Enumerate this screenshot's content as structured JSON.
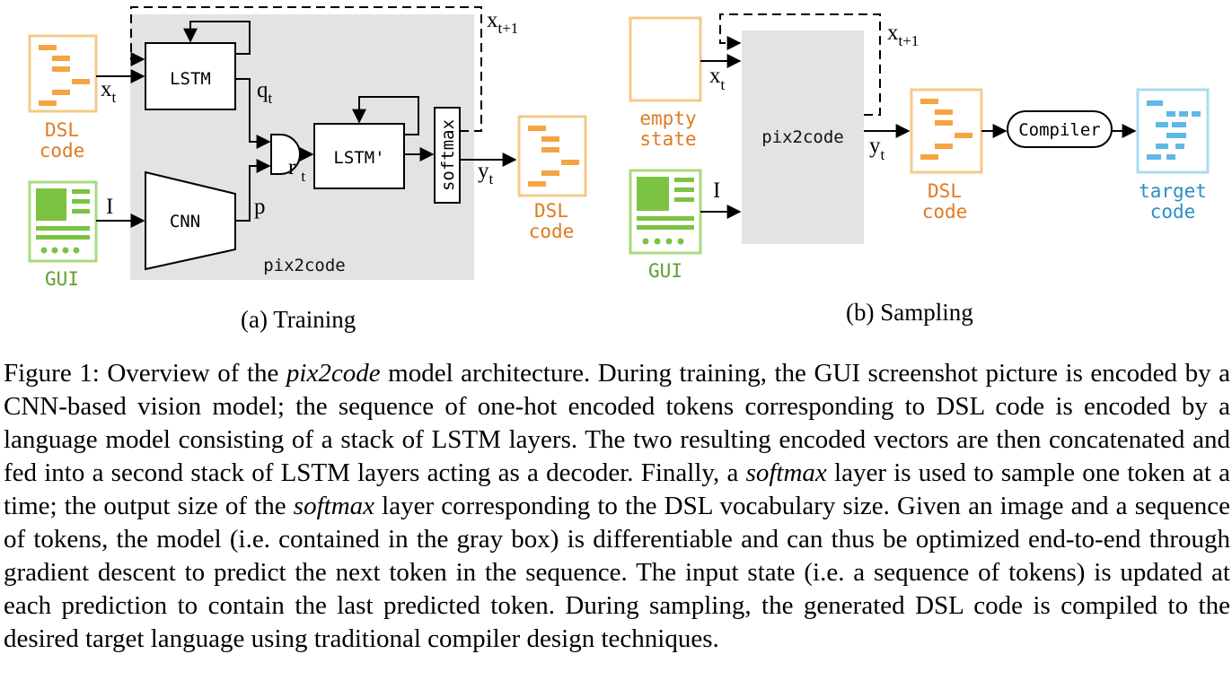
{
  "diagram": {
    "training": {
      "box_label": "pix2code",
      "lstm_label": "LSTM",
      "lstm2_label": "LSTM'",
      "cnn_label": "CNN",
      "softmax_label": "softmax",
      "dsl_input_label": [
        "DSL",
        "code"
      ],
      "gui_label": "GUI",
      "dsl_output_label": [
        "DSL",
        "code"
      ],
      "var_xt": "x",
      "var_xt_sub": "t",
      "var_xt1": "x",
      "var_xt1_sub": "t+1",
      "var_qt": "q",
      "var_qt_sub": "t",
      "var_rt": "r",
      "var_rt_sub": "t",
      "var_p": "p",
      "var_I": "I",
      "var_yt": "y",
      "var_yt_sub": "t",
      "subcaption": "(a) Training"
    },
    "sampling": {
      "box_label": "pix2code",
      "empty_state_label": [
        "empty",
        "state"
      ],
      "gui_label": "GUI",
      "dsl_label": [
        "DSL",
        "code"
      ],
      "compiler_label": "Compiler",
      "target_label": [
        "target",
        "code"
      ],
      "var_xt": "x",
      "var_xt_sub": "t",
      "var_xt1": "x",
      "var_xt1_sub": "t+1",
      "var_yt": "y",
      "var_yt_sub": "t",
      "var_I": "I",
      "subcaption": "(b) Sampling"
    },
    "colors": {
      "orange": "#f5a442",
      "orange_text": "#e07a1f",
      "green": "#7cc243",
      "green_text": "#5ea02e",
      "blue": "#5fb8e6",
      "blue_text": "#2a8fc4",
      "gray_box": "#e3e3e3"
    }
  },
  "caption": {
    "prefix": "Figure 1: Overview of the ",
    "model_name": "pix2code",
    "part1": " model architecture. During training, the GUI screenshot picture is encoded by a CNN-based vision model; the sequence of one-hot encoded tokens corresponding to DSL code is encoded by a language model consisting of a stack of LSTM layers. The two resulting encoded vectors are then concatenated and fed into a second stack of LSTM layers acting as a decoder. Finally, a ",
    "softmax1": "softmax",
    "part2": " layer is used to sample one token at a time; the output size of the ",
    "softmax2": "softmax",
    "part3": " layer corresponding to the DSL vocabulary size. Given an image and a sequence of tokens, the model (i.e. contained in the gray box) is differentiable and can thus be optimized end-to-end through gradient descent to predict the next token in the sequence. The input state (i.e. a sequence of tokens) is updated at each prediction to contain the last predicted token. During sampling, the generated DSL code is compiled to the desired target language using traditional compiler design techniques."
  }
}
